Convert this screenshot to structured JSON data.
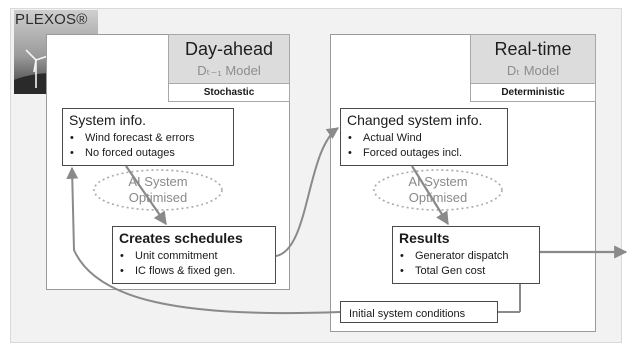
{
  "logo": {
    "text": "PLEXOS®"
  },
  "day_ahead": {
    "title": "Day-ahead",
    "model": "Dₜ₋₁ Model",
    "type": "Stochastic",
    "system_info": {
      "title": "System info.",
      "items": [
        "Wind forecast & errors",
        "No forced outages"
      ]
    },
    "ai": {
      "line1": "AI System",
      "line2": "Optimised"
    },
    "schedules": {
      "title": "Creates schedules",
      "items": [
        "Unit commitment",
        "IC flows & fixed gen."
      ]
    }
  },
  "real_time": {
    "title": "Real-time",
    "model": "Dₜ Model",
    "type": "Deterministic",
    "changed_info": {
      "title": "Changed system info.",
      "items": [
        "Actual Wind",
        "Forced outages incl."
      ]
    },
    "ai": {
      "line1": "AI System",
      "line2": "Optimised"
    },
    "results": {
      "title": "Results",
      "items": [
        "Generator dispatch",
        "Total Gen cost"
      ]
    }
  },
  "initial_conditions": {
    "label": "Initial system conditions"
  }
}
